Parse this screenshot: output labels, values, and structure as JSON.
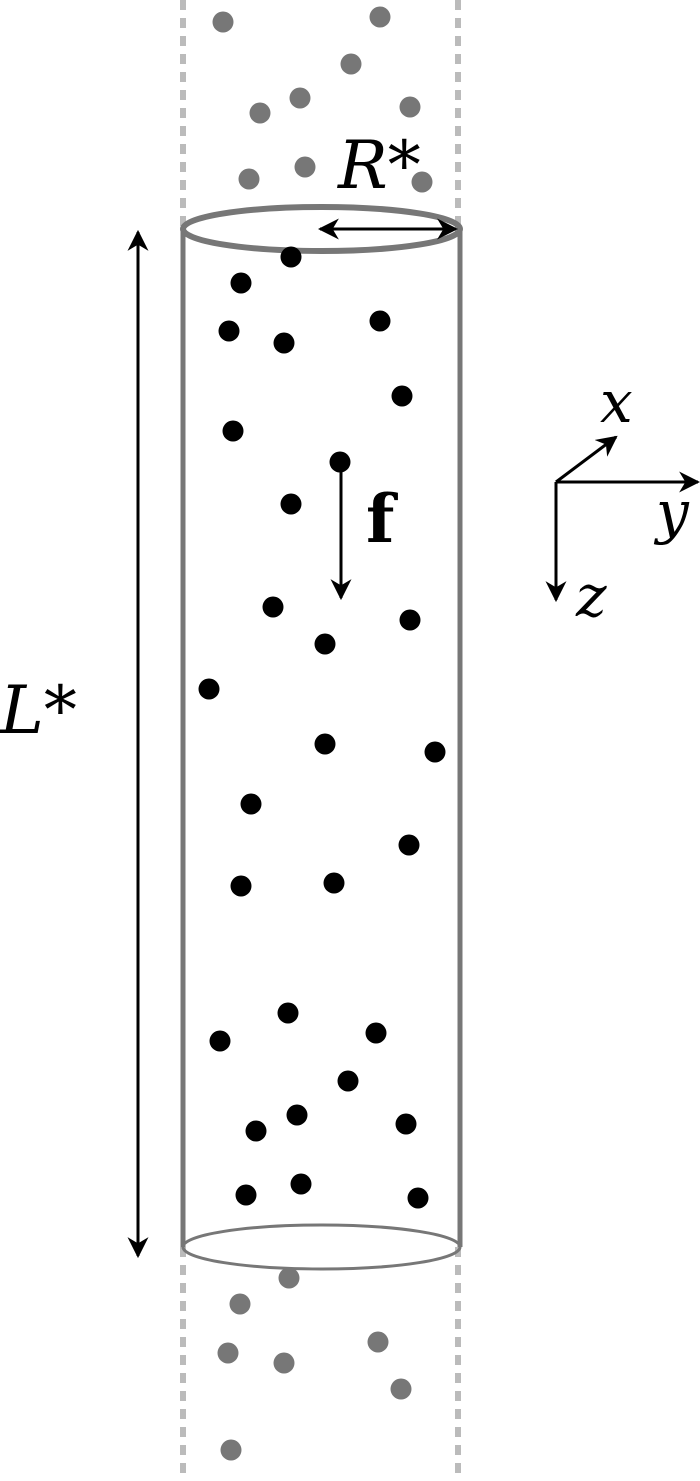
{
  "labels": {
    "radius": "R*",
    "length": "L*",
    "force": "f",
    "axis_x": "x",
    "axis_y": "y",
    "axis_z": "z"
  },
  "colors": {
    "cylinder": "#777777",
    "particles_inside": "#000000",
    "particles_outside": "#777777",
    "periodic_boundary": "#bbbbbb"
  }
}
